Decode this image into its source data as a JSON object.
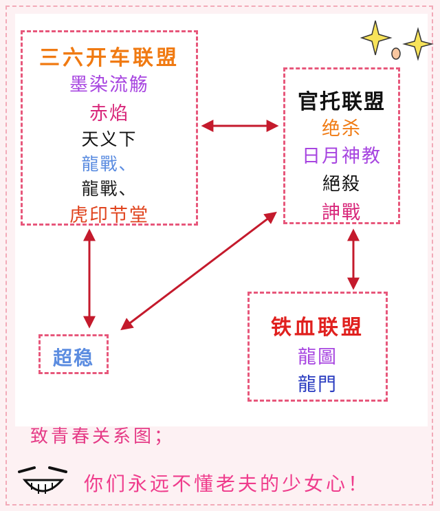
{
  "boxes": {
    "sanliu": {
      "title": "三六开车联盟",
      "members": [
        "墨染流觞",
        "赤焰",
        "天义下",
        "龍戰、",
        "龍戰、",
        "虎印节堂"
      ]
    },
    "guantuo": {
      "title": "官托联盟",
      "members": [
        "绝杀",
        "日月神教",
        "絕殺",
        "訷戰"
      ]
    },
    "chaowen": {
      "title": "超稳"
    },
    "tiexue": {
      "title": "铁血联盟",
      "members": [
        "龍圖",
        "龍門"
      ]
    }
  },
  "caption": "致青春关系图；",
  "slogan": "你们永远不懂老夫的少女心！",
  "colors": {
    "box_border": "#e7577b",
    "arrow": "#c41a2c",
    "orange": "#f07a12",
    "purple": "#a745e0",
    "magenta": "#d8277a",
    "blue": "#5b8ce0",
    "red": "#e0201e",
    "dark_blue": "#2a3cc0"
  }
}
